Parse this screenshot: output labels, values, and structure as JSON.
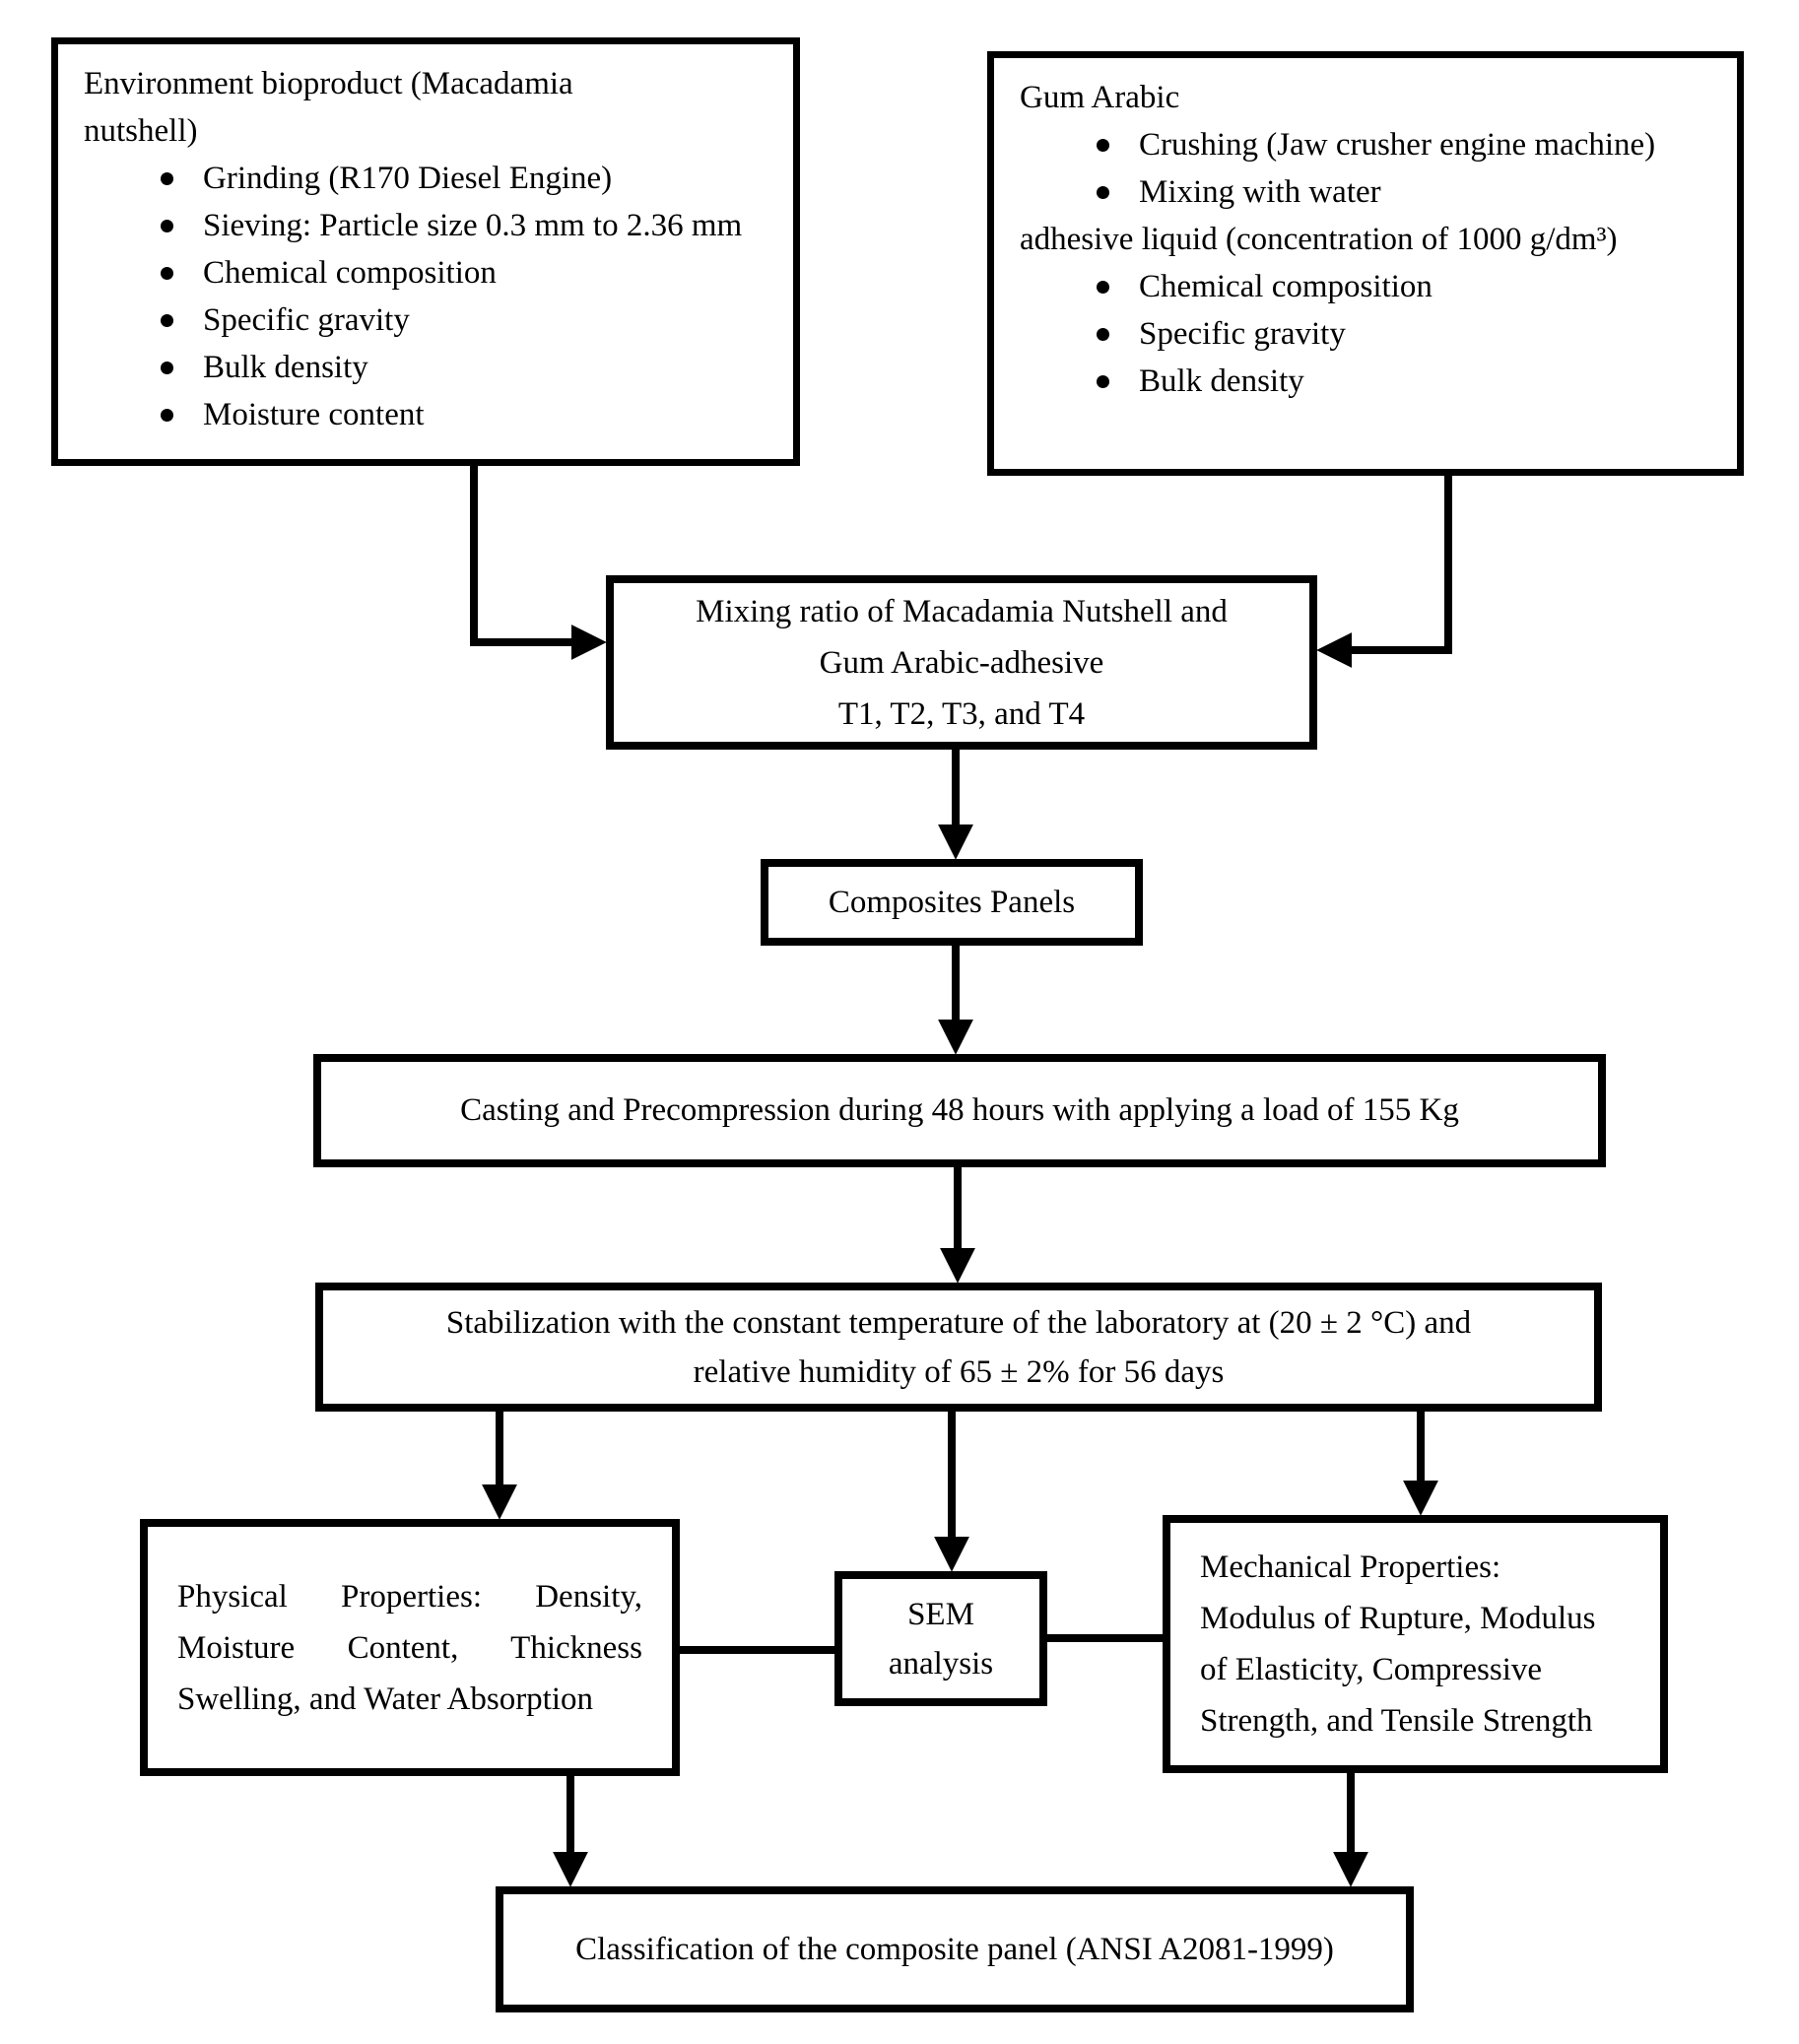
{
  "diagram": {
    "left_box": {
      "title_lines": [
        "Environment bioproduct (Macadamia",
        "nutshell)"
      ],
      "bullets": [
        "Grinding (R170 Diesel Engine)",
        "Sieving: Particle size 0.3 mm to 2.36 mm",
        "Chemical composition",
        "Specific gravity",
        "Bulk density",
        "Moisture content"
      ]
    },
    "right_box": {
      "title": "Gum Arabic",
      "bullets_top": [
        "Crushing (Jaw crusher engine machine)",
        "Mixing with water"
      ],
      "unindented_line": "adhesive liquid (concentration of 1000 g/dm³)",
      "bullets_bottom": [
        "Chemical composition",
        "Specific gravity",
        "Bulk density"
      ]
    },
    "mixing_box": {
      "lines": [
        "Mixing ratio of Macadamia Nutshell and",
        "Gum Arabic-adhesive",
        "T1, T2, T3, and T4"
      ]
    },
    "composites_box": {
      "label": "Composites Panels"
    },
    "casting_box": {
      "label": "Casting and Precompression during 48 hours with applying a load of 155 Kg"
    },
    "stabilization_box": {
      "lines": [
        "Stabilization with the constant temperature of the laboratory at (20 ± 2 °C) and",
        "relative humidity of 65 ± 2% for 56 days"
      ]
    },
    "physical_box": {
      "label": "Physical Properties: Density, Moisture Content, Thickness Swelling, and Water Absorption"
    },
    "sem_box": {
      "lines": [
        "SEM",
        "analysis"
      ]
    },
    "mechanical_box": {
      "title": "Mechanical Properties:",
      "body": "Modulus of Rupture, Modulus of Elasticity, Compressive Strength, and Tensile Strength"
    },
    "classification_box": {
      "label": "Classification of the composite panel (ANSI A2081-1999)"
    }
  },
  "colors": {
    "line": "#000000",
    "text": "#000000",
    "box_background": "#ffffff",
    "page_background": "#ffffff"
  }
}
